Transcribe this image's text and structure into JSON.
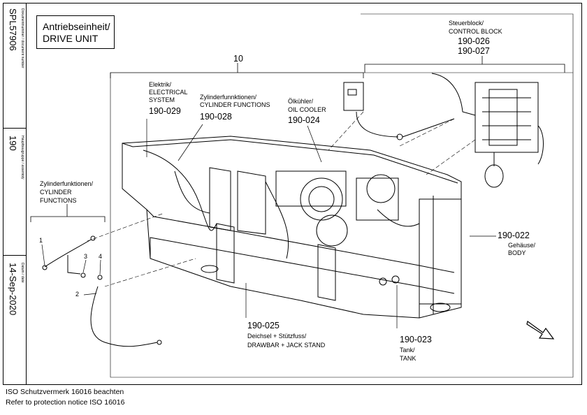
{
  "sidebar": {
    "doc_number": "SPL57906",
    "doc_number_caption": "Dokumentnummer / document number",
    "assembly": "190",
    "assembly_caption": "Hauptbaugruppe / assembly",
    "date": "14-Sep-2020",
    "date_caption": "Datum / date"
  },
  "title": {
    "line1": "Antriebseinheit/",
    "line2": "DRIVE UNIT"
  },
  "callouts": {
    "main": "10",
    "control_block": {
      "de": "Steuerblock/",
      "en": "CONTROL BLOCK",
      "ref1": "190-026",
      "ref2": "190-027"
    },
    "electrical": {
      "de": "Elektrik/",
      "en": "ELECTRICAL",
      "en2": "SYSTEM",
      "ref": "190-029"
    },
    "cylinder_top": {
      "de": "Zylinderfunnktionen/",
      "en": "CYLINDER FUNCTIONS",
      "ref": "190-028"
    },
    "oil_cooler": {
      "de": "Ölkühler/",
      "en": "OIL COOLER",
      "ref": "190-024"
    },
    "cylinder_left": {
      "de": "Zylinderfunktionen/",
      "en": "CYLINDER",
      "en2": "FUNCTIONS"
    },
    "body": {
      "ref": "190-022",
      "de": "Gehäuse/",
      "en": "BODY"
    },
    "drawbar": {
      "ref": "190-025",
      "de": "Deichsel + Stützfuss/",
      "en": "DRAWBAR + JACK STAND"
    },
    "tank": {
      "ref": "190-023",
      "de": "Tank/",
      "en": "TANK"
    },
    "items": [
      "1",
      "2",
      "3",
      "4"
    ]
  },
  "footer": {
    "line1": "ISO Schutzvermerk 16016 beachten",
    "line2": "Refer to protection notice ISO 16016"
  },
  "icons": [
    "direction-arrow-icon"
  ]
}
